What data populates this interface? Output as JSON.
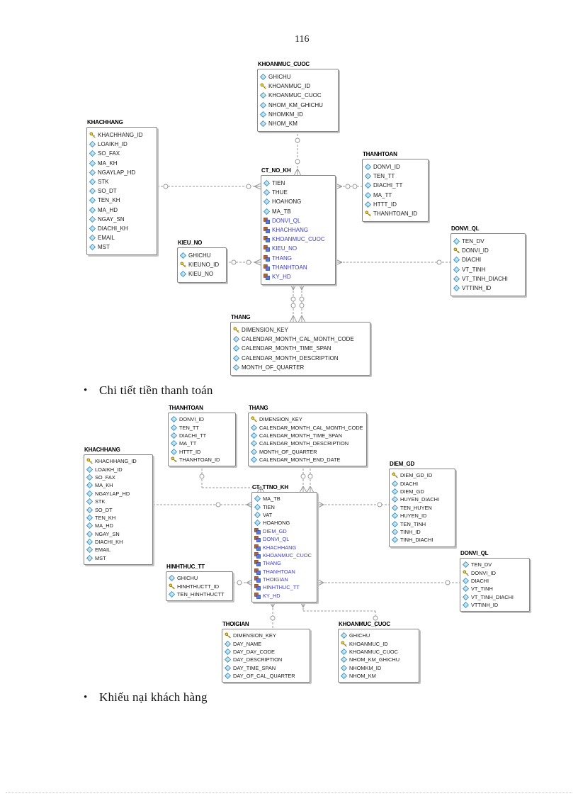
{
  "page_number": "116",
  "bullets": {
    "payment_detail": "Chi tiết tiền thanh toán",
    "complaint": "Khiếu nại khách hàng"
  },
  "colors": {
    "fk_text": "#3c3cbe",
    "attr_diamond": "#aee0f2",
    "key_gold": "#f2d335",
    "relationship_line": "#999999"
  },
  "d1": {
    "khoanmuc_cuoc": {
      "title": "KHOANMUC_CUOC",
      "fields": [
        [
          "GHICHU",
          "attr"
        ],
        [
          "KHOANMUC_ID",
          "key"
        ],
        [
          "KHOANMUC_CUOC",
          "attr"
        ],
        [
          "NHOM_KM_GHICHU",
          "attr"
        ],
        [
          "NHOMKM_ID",
          "attr"
        ],
        [
          "NHOM_KM",
          "attr"
        ]
      ]
    },
    "khachhang": {
      "title": "KHACHHANG",
      "fields": [
        [
          "KHACHHANG_ID",
          "key"
        ],
        [
          "LOAIKH_ID",
          "attr"
        ],
        [
          "SO_FAX",
          "attr"
        ],
        [
          "MA_KH",
          "attr"
        ],
        [
          "NGAYLAP_HD",
          "attr"
        ],
        [
          "STK",
          "attr"
        ],
        [
          "SO_DT",
          "attr"
        ],
        [
          "TEN_KH",
          "attr"
        ],
        [
          "MA_HD",
          "attr"
        ],
        [
          "NGAY_SN",
          "attr"
        ],
        [
          "DIACHI_KH",
          "attr"
        ],
        [
          "EMAIL",
          "attr"
        ],
        [
          "MST",
          "attr"
        ]
      ]
    },
    "ct_no_kh": {
      "title": "CT_NO_KH",
      "fields": [
        [
          "TIEN",
          "attr"
        ],
        [
          "THUE",
          "attr"
        ],
        [
          "HOAHONG",
          "attr"
        ],
        [
          "MA_TB",
          "attr"
        ],
        [
          "DONVI_QL",
          "fk"
        ],
        [
          "KHACHHANG",
          "fk"
        ],
        [
          "KHOANMUC_CUOC",
          "fk"
        ],
        [
          "KIEU_NO",
          "fk"
        ],
        [
          "THANG",
          "fk"
        ],
        [
          "THANHTOAN",
          "fk"
        ],
        [
          "KY_HD",
          "fk"
        ]
      ]
    },
    "thanhtoan": {
      "title": "THANHTOAN",
      "fields": [
        [
          "DONVI_ID",
          "attr"
        ],
        [
          "TEN_TT",
          "attr"
        ],
        [
          "DIACHI_TT",
          "attr"
        ],
        [
          "MA_TT",
          "attr"
        ],
        [
          "HTTT_ID",
          "attr"
        ],
        [
          "THANHTOAN_ID",
          "key"
        ]
      ]
    },
    "kieu_no": {
      "title": "KIEU_NO",
      "fields": [
        [
          "GHICHU",
          "attr"
        ],
        [
          "KIEUNO_ID",
          "key"
        ],
        [
          "KIEU_NO",
          "attr"
        ]
      ]
    },
    "donvi_ql": {
      "title": "DONVI_QL",
      "fields": [
        [
          "TEN_DV",
          "attr"
        ],
        [
          "DONVI_ID",
          "key"
        ],
        [
          "DIACHI",
          "attr"
        ],
        [
          "VT_TINH",
          "attr"
        ],
        [
          "VT_TINH_DIACHI",
          "attr"
        ],
        [
          "VTTINH_ID",
          "attr"
        ]
      ]
    },
    "thang": {
      "title": "THANG",
      "fields": [
        [
          "DIMENSION_KEY",
          "key"
        ],
        [
          "CALENDAR_MONTH_CAL_MONTH_CODE",
          "attr"
        ],
        [
          "CALENDAR_MONTH_TIME_SPAN",
          "attr"
        ],
        [
          "CALENDAR_MONTH_DESCRIPTION",
          "attr"
        ],
        [
          "MONTH_OF_QUARTER",
          "attr"
        ]
      ]
    }
  },
  "d2": {
    "thanhtoan": {
      "title": "THANHTOAN",
      "fields": [
        [
          "DONVI_ID",
          "attr"
        ],
        [
          "TEN_TT",
          "attr"
        ],
        [
          "DIACHI_TT",
          "attr"
        ],
        [
          "MA_TT",
          "attr"
        ],
        [
          "HTTT_ID",
          "attr"
        ],
        [
          "THANHTOAN_ID",
          "key"
        ]
      ]
    },
    "thang": {
      "title": "THANG",
      "fields": [
        [
          "DIMENSION_KEY",
          "key"
        ],
        [
          "CALENDAR_MONTH_CAL_MONTH_CODE",
          "attr"
        ],
        [
          "CALENDAR_MONTH_TIME_SPAN",
          "attr"
        ],
        [
          "CALENDAR_MONTH_DESCRIPTION",
          "attr"
        ],
        [
          "MONTH_OF_QUARTER",
          "attr"
        ],
        [
          "CALENDAR_MONTH_END_DATE",
          "attr"
        ]
      ]
    },
    "khachhang": {
      "title": "KHACHHANG",
      "fields": [
        [
          "KHACHHANG_ID",
          "key"
        ],
        [
          "LOAIKH_ID",
          "attr"
        ],
        [
          "SO_FAX",
          "attr"
        ],
        [
          "MA_KH",
          "attr"
        ],
        [
          "NGAYLAP_HD",
          "attr"
        ],
        [
          "STK",
          "attr"
        ],
        [
          "SO_DT",
          "attr"
        ],
        [
          "TEN_KH",
          "attr"
        ],
        [
          "MA_HD",
          "attr"
        ],
        [
          "NGAY_SN",
          "attr"
        ],
        [
          "DIACHI_KH",
          "attr"
        ],
        [
          "EMAIL",
          "attr"
        ],
        [
          "MST",
          "attr"
        ]
      ]
    },
    "ct_ttno_kh": {
      "title": "CT_TTNO_KH",
      "fields": [
        [
          "MA_TB",
          "attr"
        ],
        [
          "TIEN",
          "attr"
        ],
        [
          "VAT",
          "attr"
        ],
        [
          "HOAHONG",
          "attr"
        ],
        [
          "DIEM_GD",
          "fk"
        ],
        [
          "DONVI_QL",
          "fk"
        ],
        [
          "KHACHHANG",
          "fk"
        ],
        [
          "KHOANMUC_CUOC",
          "fk"
        ],
        [
          "THANG",
          "fk"
        ],
        [
          "THANHTOAN",
          "fk"
        ],
        [
          "THOIGIAN",
          "fk"
        ],
        [
          "HINHTHUC_TT",
          "fk"
        ],
        [
          "KY_HD",
          "fk"
        ]
      ]
    },
    "diem_gd": {
      "title": "DIEM_GD",
      "fields": [
        [
          "DIEM_GD_ID",
          "key"
        ],
        [
          "DIACHI",
          "attr"
        ],
        [
          "DIEM_GD",
          "attr"
        ],
        [
          "HUYEN_DIACHI",
          "attr"
        ],
        [
          "TEN_HUYEN",
          "attr"
        ],
        [
          "HUYEN_ID",
          "attr"
        ],
        [
          "TEN_TINH",
          "attr"
        ],
        [
          "TINH_ID",
          "attr"
        ],
        [
          "TINH_DIACHI",
          "attr"
        ]
      ]
    },
    "hinhthuc_tt": {
      "title": "HINHTHUC_TT",
      "fields": [
        [
          "GHICHU",
          "attr"
        ],
        [
          "HINHTHUCTT_ID",
          "key"
        ],
        [
          "TEN_HINHTHUCTT",
          "attr"
        ]
      ]
    },
    "donvi_ql": {
      "title": "DONVI_QL",
      "fields": [
        [
          "TEN_DV",
          "attr"
        ],
        [
          "DONVI_ID",
          "key"
        ],
        [
          "DIACHI",
          "attr"
        ],
        [
          "VT_TINH",
          "attr"
        ],
        [
          "VT_TINH_DIACHI",
          "attr"
        ],
        [
          "VTTINH_ID",
          "attr"
        ]
      ]
    },
    "thoigian": {
      "title": "THOIGIAN",
      "fields": [
        [
          "DIMENSION_KEY",
          "key"
        ],
        [
          "DAY_NAME",
          "attr"
        ],
        [
          "DAY_DAY_CODE",
          "attr"
        ],
        [
          "DAY_DESCRIPTION",
          "attr"
        ],
        [
          "DAY_TIME_SPAN",
          "attr"
        ],
        [
          "DAY_OF_CAL_QUARTER",
          "attr"
        ]
      ]
    },
    "khoanmuc_cuoc": {
      "title": "KHOANMUC_CUOC",
      "fields": [
        [
          "GHICHU",
          "attr"
        ],
        [
          "KHOANMUC_ID",
          "key"
        ],
        [
          "KHOANMUC_CUOC",
          "attr"
        ],
        [
          "NHOM_KM_GHICHU",
          "attr"
        ],
        [
          "NHOMKM_ID",
          "attr"
        ],
        [
          "NHOM_KM",
          "attr"
        ]
      ]
    }
  }
}
